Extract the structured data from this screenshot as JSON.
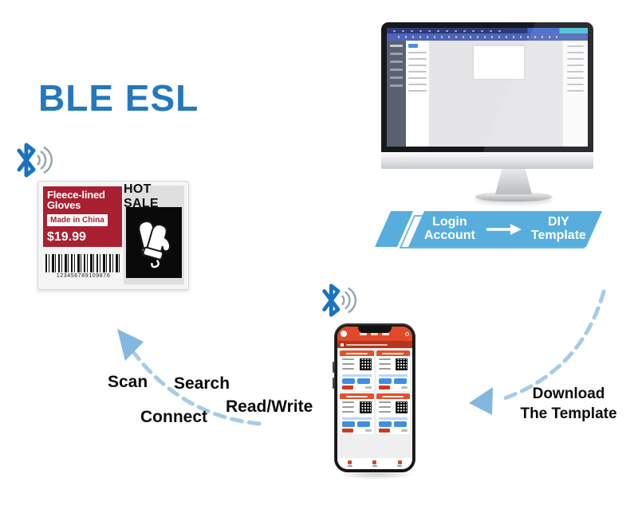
{
  "title": "BLE ESL",
  "esl_label": {
    "product_line1": "Fleece-lined",
    "product_line2": "Gloves",
    "origin": "Made in China",
    "price": "$19.99",
    "promo": "HOT SALE",
    "barcode_number": "123456789109876"
  },
  "banner": {
    "step1_line1": "Login",
    "step1_line2": "Account",
    "step2_line1": "DIY",
    "step2_line2": "Template"
  },
  "flow_labels": {
    "scan": "Scan",
    "search": "Search",
    "connect": "Connect",
    "read_write": "Read/Write",
    "download_line1": "Download",
    "download_line2": "The Template"
  },
  "colors": {
    "title_blue": "#2478BD",
    "banner_blue": "#57AEDC",
    "label_red": "#A82031",
    "app_orange": "#E0492B",
    "button_blue": "#3E8EE4",
    "dashed_arrow": "#A7CBE5",
    "bluetooth_blue": "#1B72C0"
  }
}
